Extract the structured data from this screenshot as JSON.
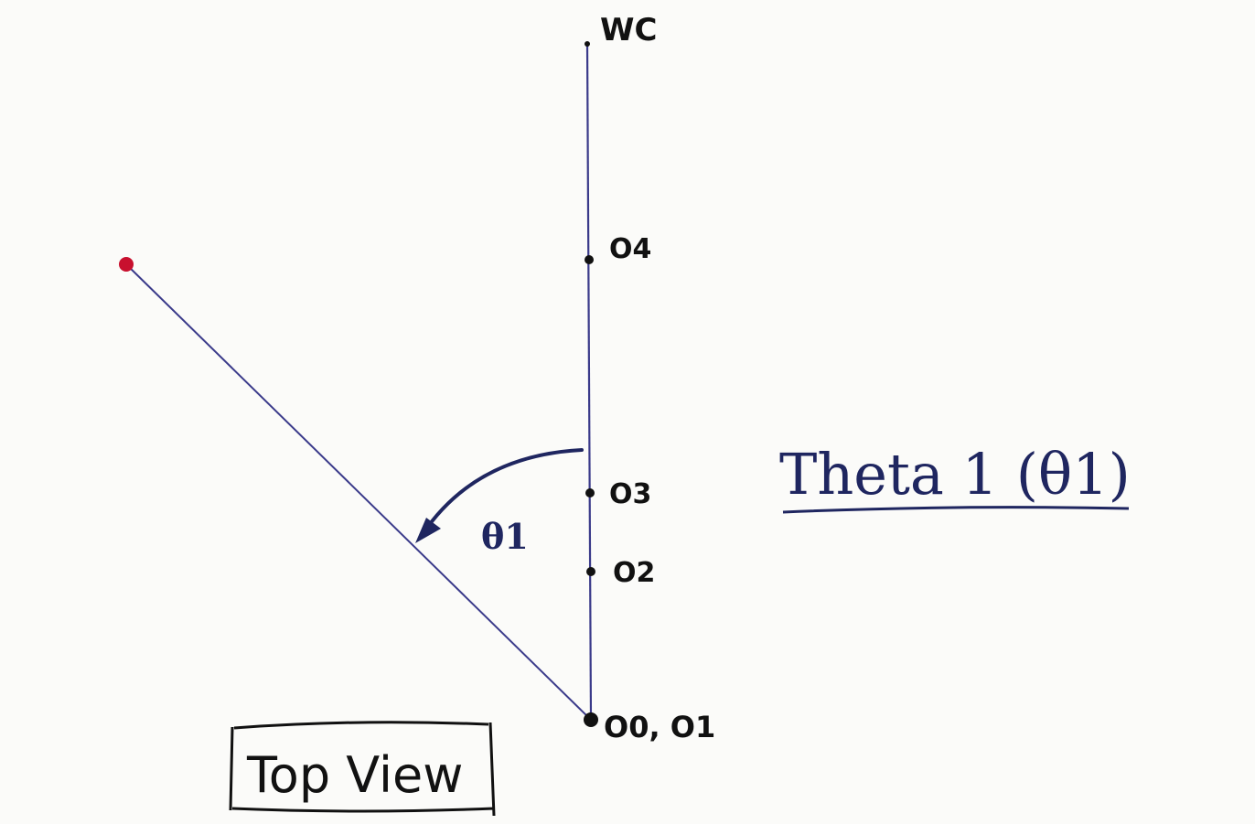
{
  "labels": {
    "wc": "WC",
    "o4": "O4",
    "o3": "O3",
    "o2": "O2",
    "o0_o1": "O0, O1",
    "theta_arc": "θ1",
    "title": "Theta 1 (θ1)",
    "view": "Top View"
  },
  "colors": {
    "ink": "#111111",
    "pen_blue": "#1f2660",
    "link_line": "#3a3a8a",
    "end_point": "#c8102e"
  }
}
